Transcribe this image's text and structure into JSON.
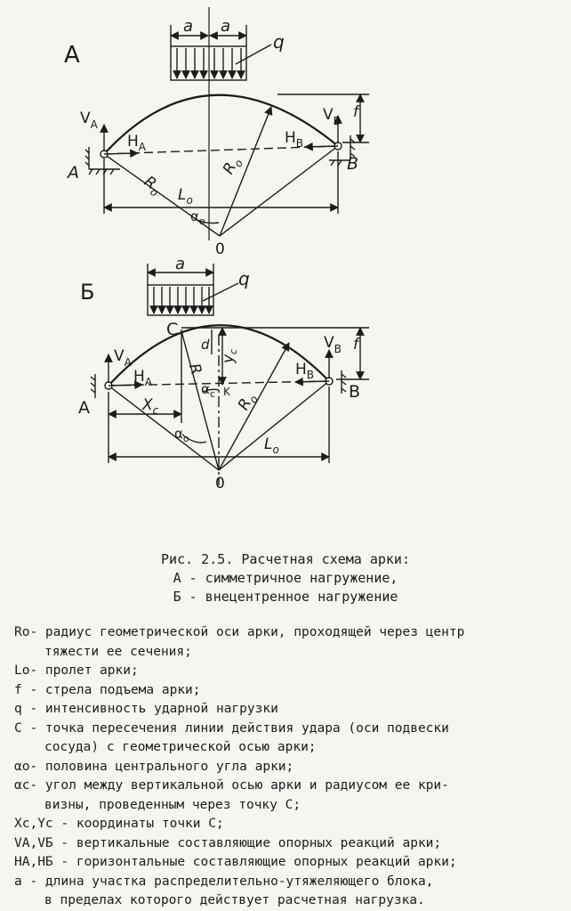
{
  "figure": {
    "diagram_a": {
      "label": "А",
      "dims": {
        "a_left": "a",
        "a_right": "a"
      },
      "q": "q",
      "points": {
        "A": "A",
        "B": "B",
        "O": "0"
      },
      "labels": {
        "VA": "V",
        "VA_sub": "A",
        "VB": "V",
        "VB_sub": "B",
        "HA": "H",
        "HA_sub": "A",
        "HB": "H",
        "HB_sub": "B",
        "R0": "R",
        "R0_sub": "o",
        "R0_left": "R",
        "R0_left_sub": "o",
        "L0": "L",
        "L0_sub": "o",
        "alpha0": "α",
        "alpha0_sub": "o",
        "f": "f"
      }
    },
    "diagram_b": {
      "label": "Б",
      "dims": {
        "a": "a"
      },
      "q": "q",
      "points": {
        "A": "A",
        "B": "B",
        "C": "C",
        "K": "K",
        "O": "0"
      },
      "labels": {
        "VA": "V",
        "VA_sub": "A",
        "VB": "V",
        "VB_sub": "B",
        "HA": "H",
        "HA_sub": "A",
        "HB": "H",
        "HB_sub": "B",
        "R0": "R",
        "R0_sub": "o",
        "Rc": "R",
        "L0": "L",
        "L0_sub": "o",
        "alpha0": "α",
        "alpha0_sub": "o",
        "alphac": "α",
        "alphac_sub": "c",
        "Xc": "X",
        "Xc_sub": "c",
        "Yc": "y",
        "Yc_sub": "c",
        "d": "d",
        "f": "f"
      }
    }
  },
  "caption": {
    "line1": "Рис. 2.5.  Расчетная схема арки:",
    "line2": "А - симметричное нагружение,",
    "line3": "Б - внецентренное нагружение"
  },
  "legend": [
    {
      "text": "Rо- радиус геометрической оси арки, проходящей через центр",
      "cont": "тяжести ее сечения;"
    },
    {
      "text": "Lо- пролет арки;"
    },
    {
      "text": "f - стрела подъема арки;"
    },
    {
      "text": "q - интенсивность ударной нагрузки"
    },
    {
      "text": "C - точка пересечения линии действия удара (оси подвески",
      "cont": "сосуда) с геометрической осью арки;"
    },
    {
      "text": "αо- половина центрального угла арки;"
    },
    {
      "text": "αc- угол между вертикальной осью арки  и  радиусом  ее  кри-",
      "cont": "визны, проведенным через точку С;"
    },
    {
      "text": "Xc,Yc - координаты точки С;"
    },
    {
      "text": "VА,VБ - вертикальные составляющие опорных реакций арки;"
    },
    {
      "text": "HА,HБ - горизонтальные составляющие опорных реакций арки;"
    },
    {
      "text": "а - длина участка распределительно-утяжеляющего блока,",
      "cont": "в пределах которого действует расчетная нагрузка."
    }
  ]
}
